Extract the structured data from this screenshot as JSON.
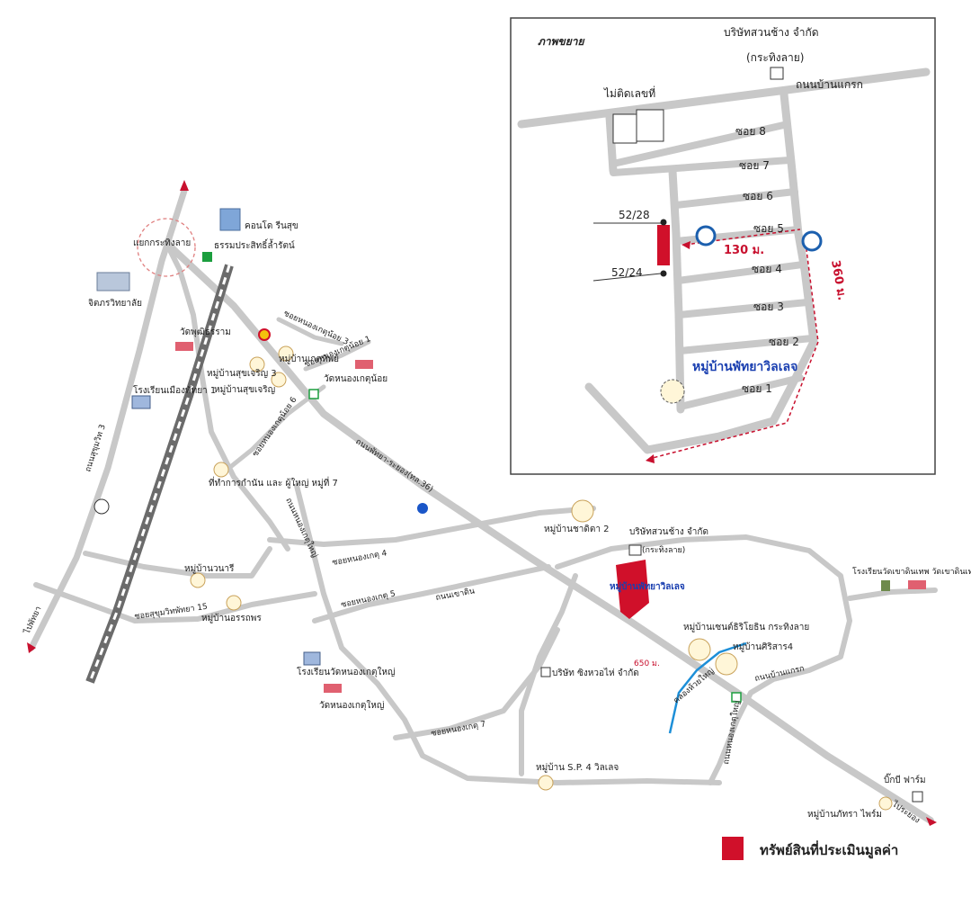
{
  "colors": {
    "road": "#c8c8c8",
    "property": "#d0102a",
    "railway": "#6b6b6b",
    "route_marker": "#c8102e",
    "village_label": "#1a3fb0",
    "canal": "#1d8fd8"
  },
  "main_map": {
    "labels": {
      "kaengkrating": "แยกกระทิงลาย",
      "condo": "คอนโด รีนสุข",
      "dhamma": "ธรรมประสิทธิ์ล้ำรัตน์",
      "college": "จิตภรวิทยาลัย",
      "wat_phut": "วัดพุฒิธรราม",
      "soi_nongket_noi3": "ซอยหนองเกตุน้อย 3",
      "soi_nongket_noi1": "ซอยหนองเกตุน้อย 1",
      "moo_kethip": "หมู่บ้านเกตุทิพย์",
      "moo_sukcharoen3": "หมู่บ้านสุขเจริญ 3",
      "moo_sukcharoen": "หมู่บ้านสุขเจริญ",
      "wat_nongket_noi": "วัดหนองเกตุน้อย",
      "school_pattaya1": "โรงเรียนเมืองพัทยา 1",
      "soi_nongket6": "ซอยหนองเกตุน้อย 6",
      "sukhumvit3": "ถนนสุขุมวิท 3",
      "road_pattaya_rayong": "ถนนพัทยา-ระยอง(ทล.36)",
      "kamnan_office": "ที่ทำการกำนัน และ ผู้ใหญ่ หมู่ที่ 7",
      "road_nongket_yai": "ถนนหนองเกตุใหญ่",
      "soi_nongket4": "ซอยหนองเกตุ 4",
      "soi_nongket5": "ซอยหนองเกตุ 5",
      "moo_wanari": "หมู่บ้านวนารี",
      "moo_aorathorn": "หมู่บ้านอรรถพร",
      "soi_sukhumvit15": "ซอยสุขุมวิทพัทยา 15",
      "road_khao_din": "ถนนเขาดิน",
      "to_pattaya": "ไปพัทยา",
      "moo_chadida2": "หมู่บ้านชาดิตา 2",
      "suan_chang": "บริษัทสวนช้าง จำกัด",
      "kaengkrating_paren": "(กระทิงลาย)",
      "moo_pattaya_ville": "หมู่บ้านพัทยาวิลเลจ",
      "school_wat_nongket_yai": "โรงเรียนวัดหนองเกตุใหญ่",
      "wat_nongket_yai": "วัดหนองเกตุใหญ่",
      "company_singhaowai": "บริษัท ซิงหวอไห่ จำกัด",
      "distance_650": "650 ม.",
      "moo_siriyothin": "หมู่บ้านเซนต์ธิริโยธิน กระทิงลาย",
      "moo_sirisap4": "หมู่บ้านศิริสาร4",
      "road_ban_krok": "ถนนบ้านแกรก",
      "canal_label": "คลองห้วยใหญ่",
      "soi_nongket7": "ซอยหนองเกตุ 7",
      "road_nongket_yai2": "ถนนหนองเกตุใหญ่",
      "moo_sp4": "หมู่บ้าน S.P. 4 วิลเลจ",
      "big_c_farm": "บิ๊กบี ฟาร์ม",
      "moo_pattaya_farm": "หมู่บ้านภัทรา ไพร์ม",
      "to_rayong": "ไประยอง",
      "school_wat_khao": "โรงเรียนวัดเขาดินเทพ วัดเขาดินเทพ"
    }
  },
  "inset": {
    "title": "ภาพขยาย",
    "company": "บริษัทสวนช้าง จำกัด",
    "company_paren": "(กระทิงลาย)",
    "road_ban_krok": "ถนนบ้านแกรก",
    "no_number": "ไม่ติดเลขที่",
    "soi": [
      "ซอย 8",
      "ซอย 7",
      "ซอย 6",
      "ซอย 5",
      "ซอย 4",
      "ซอย 3",
      "ซอย 2",
      "ซอย 1"
    ],
    "house_a": "52/28",
    "house_b": "52/24",
    "distance_130": "130 ม.",
    "distance_360": "360 ม.",
    "village": "หมู่บ้านพัทยาวิลเลจ"
  },
  "legend": {
    "property_label": "ทรัพย์สินที่ประเมินมูลค่า"
  }
}
